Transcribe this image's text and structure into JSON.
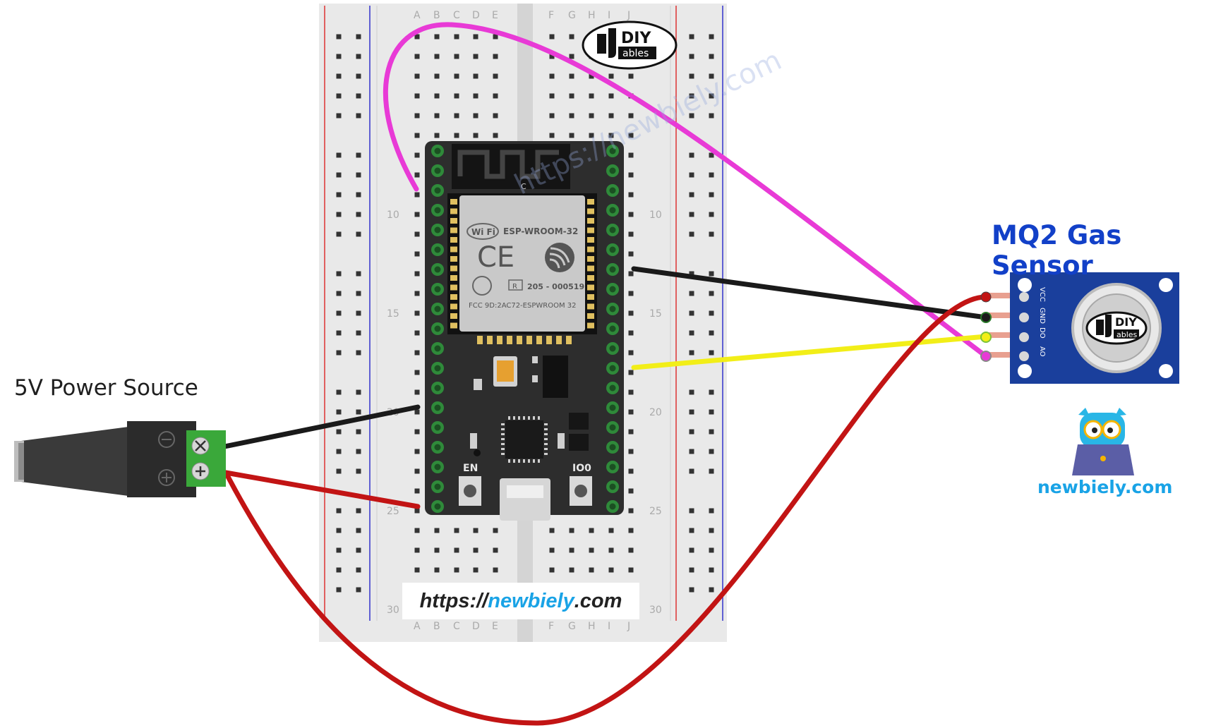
{
  "labels": {
    "power_source": "5V Power Source",
    "sensor_title": "MQ2 Gas Sensor"
  },
  "url": {
    "prefix": "https://",
    "domain": "newbiely",
    "suffix": ".com"
  },
  "brand": {
    "site": "newbiely.com",
    "logo_top": "DIY",
    "logo_bottom": "ables",
    "watermark": "https://newbiely.com"
  },
  "breadboard": {
    "cols_left": [
      "A",
      "B",
      "C",
      "D",
      "E"
    ],
    "cols_right": [
      "F",
      "G",
      "H",
      "I",
      "J"
    ],
    "row_numbers": [
      "10",
      "15",
      "20",
      "25",
      "30"
    ]
  },
  "esp32": {
    "module_name": "ESP-WROOM-32",
    "cert": "205 - 000519",
    "fcc": "FCC 9D:2AC72-ESPWROOM 32",
    "ce": "CE",
    "wifi": "Wi Fi",
    "btn_en": "EN",
    "btn_io0": "IO0",
    "ant_label": "C"
  },
  "sensor": {
    "pins": [
      "VCC",
      "GND",
      "DO",
      "AO"
    ]
  },
  "colors": {
    "wire_magenta": "#e83ad6",
    "wire_black": "#1a1a1a",
    "wire_yellow": "#f2ee18",
    "wire_red": "#c21414",
    "sensor_board": "#1a3f9c",
    "esp_board": "#2d2d2d",
    "terminal_green": "#3aa83a",
    "title_blue": "#1240c8",
    "brand_blue": "#19a3e6"
  }
}
